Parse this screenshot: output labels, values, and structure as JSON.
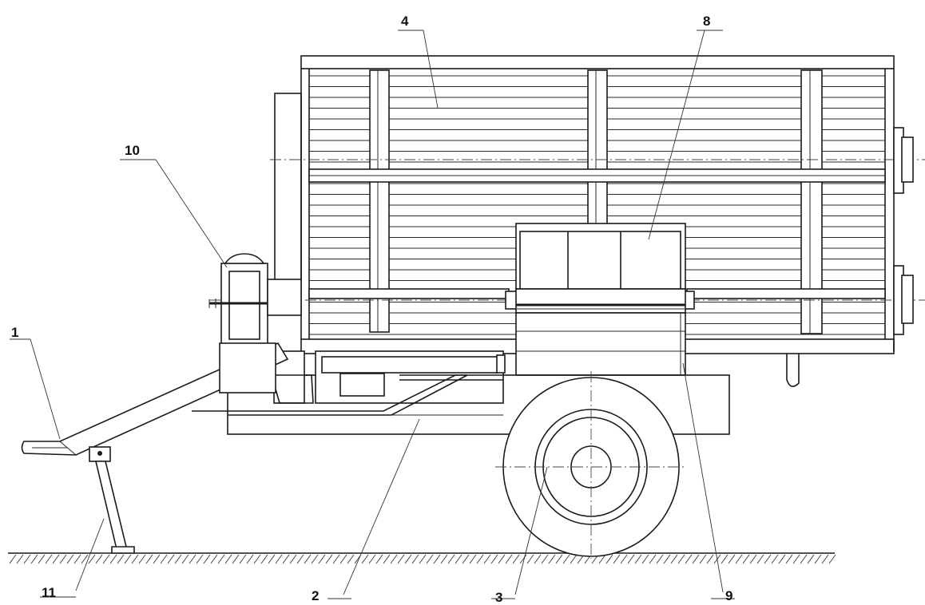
{
  "diagram": {
    "callouts": [
      {
        "id": "c1",
        "text": "1"
      },
      {
        "id": "c2",
        "text": "2"
      },
      {
        "id": "c3",
        "text": "3"
      },
      {
        "id": "c4",
        "text": "4"
      },
      {
        "id": "c8",
        "text": "8"
      },
      {
        "id": "c9",
        "text": "9"
      },
      {
        "id": "c10",
        "text": "10"
      },
      {
        "id": "c11",
        "text": "11"
      }
    ],
    "colors": {
      "line": "#1a1a1a",
      "background": "#ffffff"
    }
  }
}
